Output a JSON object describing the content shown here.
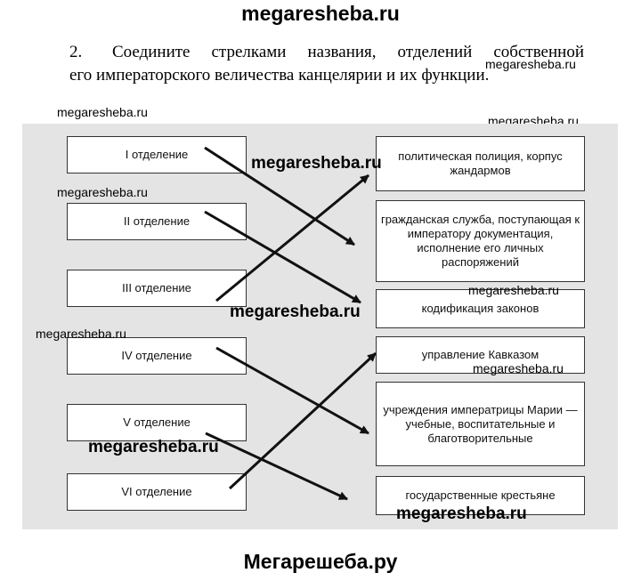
{
  "header": {
    "site": "megaresheba.ru"
  },
  "task": {
    "number": "2.",
    "line1": "Соедините стрелками названия, отделений собственной",
    "line2": "его императорского величества канцелярии и их функции."
  },
  "departments": [
    "I отделение",
    "II отделение",
    "III отделение",
    "IV отделение",
    "V отделение",
    "VI отделение"
  ],
  "functions": [
    "политическая полиция, корпус жандармов",
    "гражданская служба, поступающая к императору документация, исполнение его личных распоряжений",
    "кодификация законов",
    "управление Кавказом",
    "учреждения императрицы Марии — учебные, воспитательные и благотворительные",
    "государственные крестьяне"
  ],
  "watermark": "megaresheba.ru",
  "footer": {
    "text": "Мегарешеба.ру"
  }
}
